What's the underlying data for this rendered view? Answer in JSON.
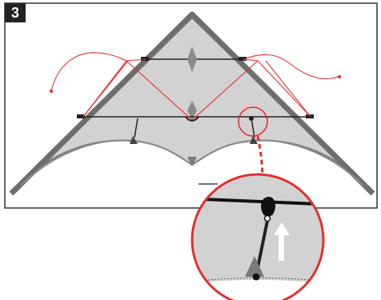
{
  "step_number": "3",
  "colors": {
    "frame": "#333333",
    "panel_background": "#ececec",
    "kite_sail": "#cfcfcf",
    "kite_frame": "#6b6b6b",
    "bridle_line": "#e03030",
    "spar": "#222222",
    "arrow": "#ffffff"
  },
  "icons": [
    "kite-sail",
    "bridle-lines",
    "zoom-circle",
    "up-arrow"
  ]
}
